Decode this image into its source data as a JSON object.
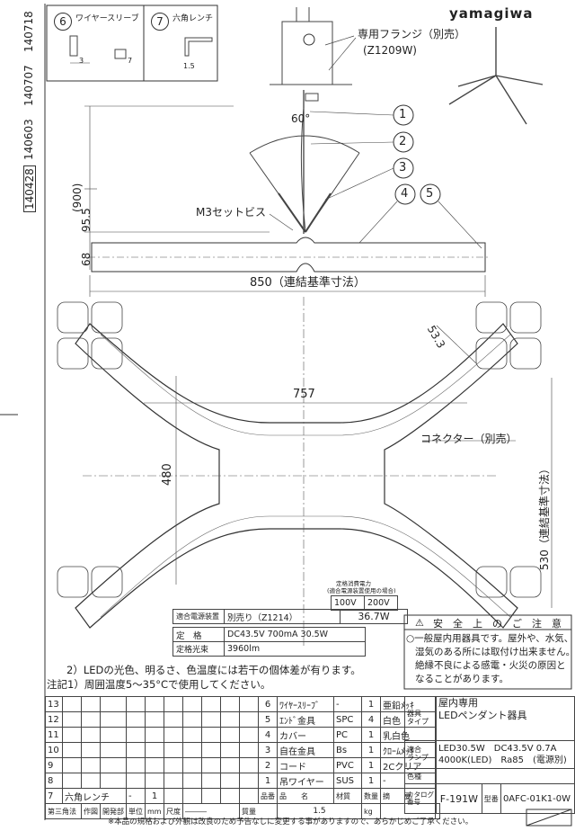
{
  "brand": "yamagiwa",
  "revisions": [
    "140718",
    "140707",
    "140603",
    "140428"
  ],
  "accessories": {
    "wire_sleeve": {
      "num": "6",
      "label": "ワイヤースリーブ",
      "dim_a": "3",
      "dim_b": "7"
    },
    "hex_wrench": {
      "num": "7",
      "label": "六角レンチ",
      "dim": "1.5"
    }
  },
  "callouts": {
    "flange": "専用フランジ（別売）",
    "flange_code": "(Z1209W)",
    "screw": "M3セットビス",
    "connector": "コネクター（別売）",
    "parts": [
      "1",
      "2",
      "3",
      "4",
      "5"
    ]
  },
  "dimensions": {
    "angle": "60°",
    "height_total": "(900)",
    "h1": "95.5",
    "h2": "68",
    "width_total": "850（連結基準寸法）",
    "inner": "757",
    "depth": "480",
    "depth_total": "530（連結基準寸法）",
    "end": "53.3"
  },
  "power": {
    "header_top": "定格消費電力",
    "header_sub": "(適合電源装置使用の場合)",
    "v100": "100V",
    "v200": "200V",
    "psu_label": "適合電源装置",
    "psu_value": "別売り（Z1214）",
    "watt": "36.7W",
    "rating_label": "定　格",
    "rating_value": "DC43.5V 700mA 30.5W",
    "flux_label": "定格光束",
    "flux_value": "3960lm"
  },
  "safety": {
    "title": "安　全　上　の　ご　注　意",
    "lines": [
      "○一般屋内用器具です。屋外や、水気、",
      "湿気のある所には取付け出来ません。",
      "絶縁不良による感電・火災の原因と",
      "なることがあります。"
    ]
  },
  "notes": [
    "2）LEDの光色、明るさ、色温度には若干の個体差が有ります。",
    "注記1）周囲温度5〜35°Cで使用してください。"
  ],
  "bom_rows": [
    {
      "row": "13",
      "idx": "6",
      "name": "ﾜｲﾔｰｽﾘｰﾌﾞ",
      "mat": "-",
      "qty": "1",
      "finish": "亜鉛ﾒｯｷ"
    },
    {
      "row": "12",
      "idx": "5",
      "name": "ｴﾝﾄﾞ金具",
      "mat": "SPC",
      "qty": "4",
      "finish": "白色"
    },
    {
      "row": "11",
      "idx": "4",
      "name": "カバー",
      "mat": "PC",
      "qty": "1",
      "finish": "乳白色"
    },
    {
      "row": "10",
      "idx": "3",
      "name": "自在金具",
      "mat": "Bs",
      "qty": "1",
      "finish": "ｸﾛｰﾑﾒｯｷ"
    },
    {
      "row": "9",
      "idx": "2",
      "name": "コード",
      "mat": "PVC",
      "qty": "1",
      "finish": "2Cクリア"
    },
    {
      "row": "8",
      "idx": "1",
      "name": "吊ワイヤー",
      "mat": "SUS",
      "qty": "1",
      "finish": "-"
    }
  ],
  "bom_last": {
    "row": "7",
    "name": "六角レンチ",
    "dash": "-",
    "qty": "1"
  },
  "bom_header": {
    "idx": "品番",
    "name": "品　　名",
    "mat": "材質",
    "qty": "数量",
    "finish": "摘　　要"
  },
  "footer_row": {
    "proj": "第三角法",
    "drawn": "作図",
    "dept": "開発部",
    "unit": "単位",
    "mm": "mm",
    "scale": "尺度",
    "scale_v": "―――",
    "weight": "質量",
    "weight_v": "1.5",
    "kg": "kg"
  },
  "right_block": {
    "type_label_1": "器具",
    "type_label_2": "タイプ",
    "type_value_1": "屋内専用",
    "type_value_2": "LEDペンダント器具",
    "lamp_label_1": "適合",
    "lamp_label_2": "ランプ",
    "lamp_value_1": "LED30.5W　DC43.5V 0.7A",
    "lamp_value_2": "4000K(LED)　Ra85　(電源別)",
    "color_label": "色種",
    "catalog_label_1": "カタログ",
    "catalog_label_2": "番号",
    "catalog_value": "F-191W",
    "model_label": "型番",
    "model_value": "0AFC-01K1-0W"
  },
  "footnote": "※本品の規格および外観は改良のため予告なしに変更する事がありますので、あらかじめご了承ください。"
}
